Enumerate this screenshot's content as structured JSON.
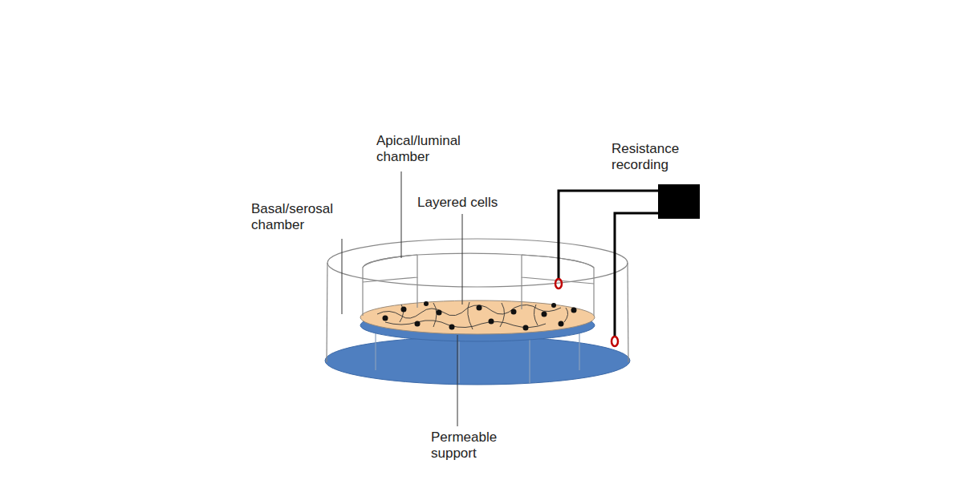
{
  "diagram": {
    "labels": [
      "Apical/luminal chamber",
      "Resistance recording",
      "Basal/serosal chamber",
      "Layered cells",
      "Permeable support"
    ]
  }
}
